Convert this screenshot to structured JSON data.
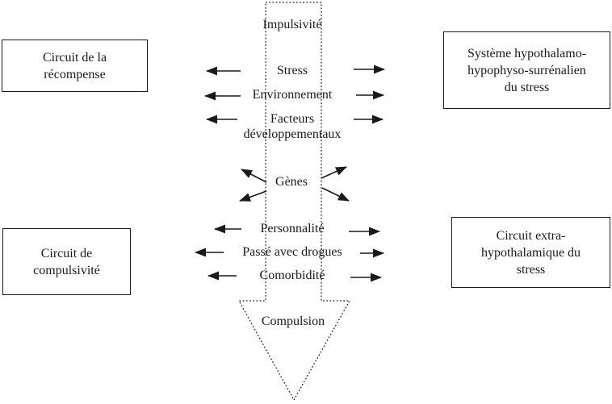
{
  "colors": {
    "ink": "#1a1a1a",
    "background": "#ffffff"
  },
  "boxes": {
    "top_left": {
      "lines": [
        "Circuit de la",
        "récompense"
      ]
    },
    "top_right": {
      "lines": [
        "Système hypothalamo-",
        "hypophyso-surrénalien",
        "du stress"
      ]
    },
    "bottom_left": {
      "lines": [
        "Circuit de",
        "compulsivité"
      ]
    },
    "bottom_right": {
      "lines": [
        "Circuit extra-",
        "hypothalamique du",
        "stress"
      ]
    }
  },
  "central": {
    "impulsivity": "Impulsivité",
    "stress": "Stress",
    "environment": "Environnement",
    "developmental_factors": {
      "lines": [
        "Facteurs",
        "développementaux"
      ]
    },
    "genes": "Gènes",
    "personality": "Personnalité",
    "drug_history": "Passé avec drogues",
    "comorbidity": "Comorbidité",
    "compulsion": "Compulsion"
  }
}
